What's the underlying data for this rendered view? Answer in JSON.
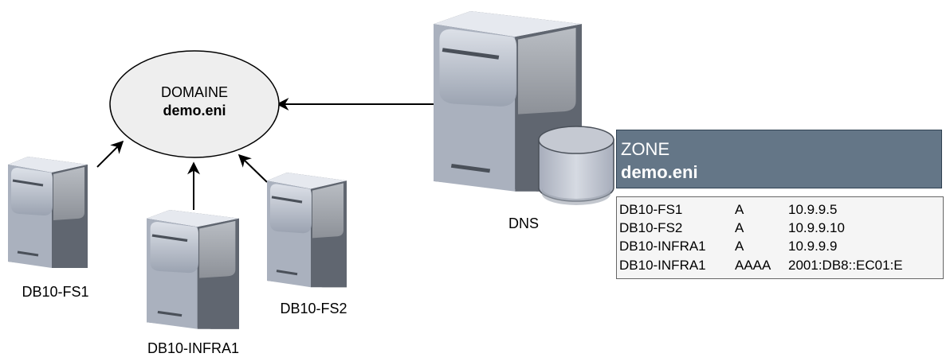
{
  "domain": {
    "title": "DOMAINE",
    "name": "demo.eni"
  },
  "servers": {
    "dns": "DNS",
    "fs1": "DB10-FS1",
    "fs2": "DB10-FS2",
    "infra1": "DB10-INFRA1"
  },
  "zone": {
    "title": "ZONE",
    "name": "demo.eni",
    "records": [
      {
        "host": "DB10-FS1",
        "type": "A",
        "address": "10.9.9.5"
      },
      {
        "host": "DB10-FS2",
        "type": "A",
        "address": "10.9.9.10"
      },
      {
        "host": "DB10-INFRA1",
        "type": "A",
        "address": "10.9.9.9"
      },
      {
        "host": "DB10-INFRA1",
        "type": "AAAA",
        "address": "2001:DB8::EC01:E"
      }
    ]
  },
  "colors": {
    "zone_header": "#647687",
    "ellipse_fill": "#eeeeee",
    "server_dark": "#4a5059",
    "server_light": "#c2c7d0",
    "records_bg": "#f5f5f5"
  },
  "icons": [
    "server-icon",
    "database-icon",
    "arrow-icon"
  ]
}
